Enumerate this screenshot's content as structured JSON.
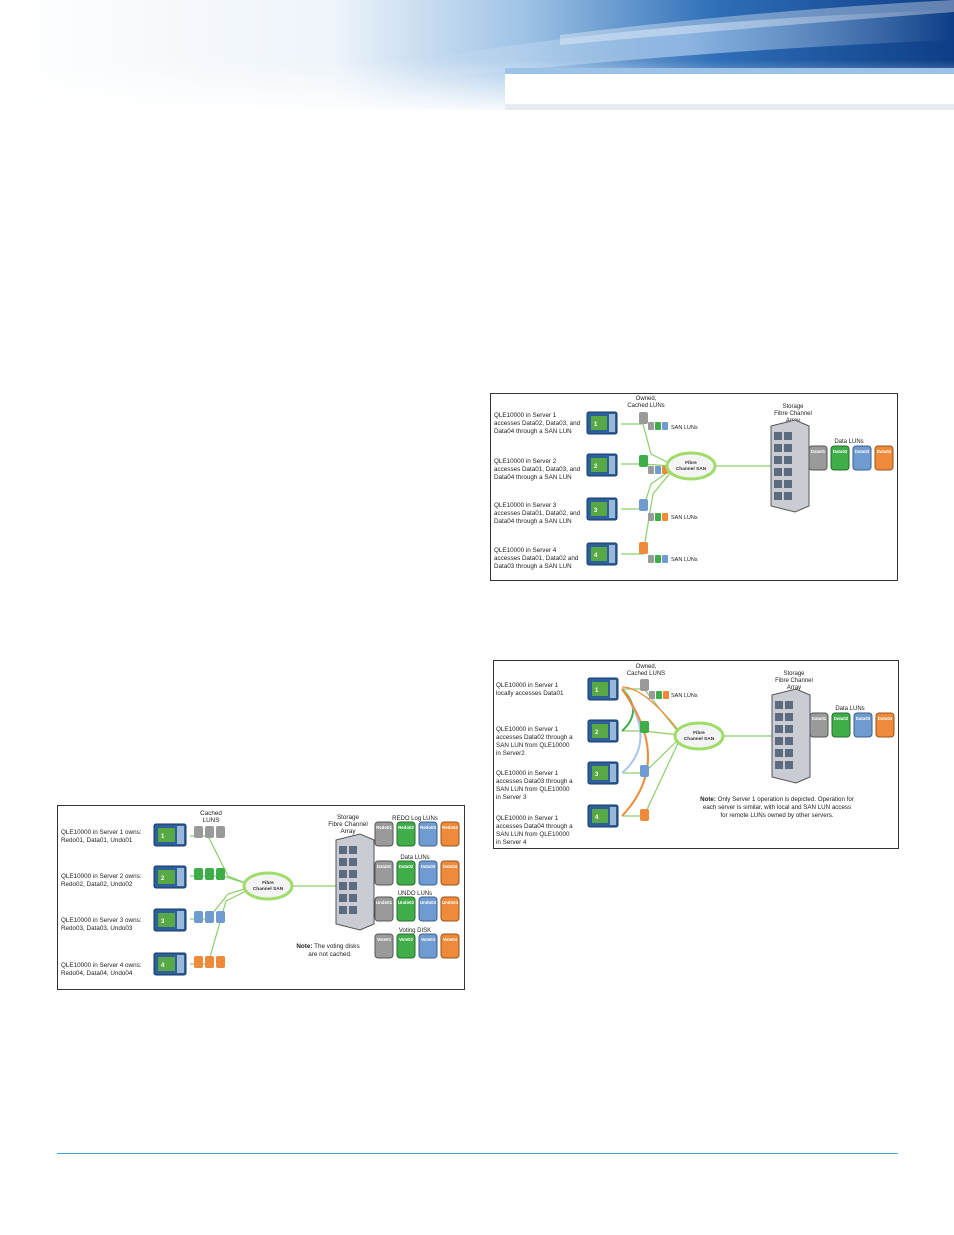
{
  "colors": {
    "green": "#3fae49",
    "blue": "#6f9bd1",
    "orange": "#ef8a3a",
    "gray": "#9a9a9a",
    "link": "#8ccf6a",
    "rule": "#3ba9d6"
  },
  "figure_a": {
    "owned_label_1": "Owned,",
    "owned_label_2": "Cached LUNs",
    "storage_1": "Storage",
    "storage_2": "Fibre Channel",
    "storage_3": "Array",
    "data_luns": "Data LUNs",
    "san_cloud_1": "Fibre",
    "san_cloud_2": "Channel SAN",
    "san_luns": "SAN LUNs",
    "disks": [
      "Data01",
      "Data02",
      "Data03",
      "Data04"
    ],
    "servers": [
      {
        "badge": "1",
        "lines": [
          "QLE10000 in Server 1",
          "accesses Data02, Data03, and",
          "Data04 through a SAN LUN"
        ]
      },
      {
        "badge": "2",
        "lines": [
          "QLE10000 in Server 2",
          "accesses Data01, Data03, and",
          "Data04 through a SAN LUN"
        ]
      },
      {
        "badge": "3",
        "lines": [
          "QLE10000 in Server 3",
          "accesses Data01, Data02, and",
          "Data04 through a SAN LUN"
        ]
      },
      {
        "badge": "4",
        "lines": [
          "QLE10000 in Server 4",
          "accesses Data01, Data02 and",
          "Data03 through a SAN LUN"
        ]
      }
    ]
  },
  "figure_b": {
    "owned_label_1": "Owned,",
    "owned_label_2": "Cached LUNS",
    "storage_1": "Storage",
    "storage_2": "Fibre Channel",
    "storage_3": "Array",
    "data_luns": "Data LUNs",
    "san_cloud_1": "Fibre",
    "san_cloud_2": "Channel SAN",
    "san_luns": "SAN LUNs",
    "disks": [
      "Data01",
      "Data02",
      "Data03",
      "Data04"
    ],
    "note_bold": "Note:",
    "note_1": "Only Server 1 operation is depicted. Operation for",
    "note_2": "each server is similar, with local and SAN LUN access",
    "note_3": "for remote LUNs owned by other servers.",
    "servers": [
      {
        "badge": "1",
        "lines": [
          "QLE10000 in Server 1",
          "locally accesses Data01"
        ]
      },
      {
        "badge": "2",
        "lines": [
          "QLE10000 in Server 1",
          "accesses Data02 through a",
          "SAN LUN from QLE10000",
          "in Server2"
        ]
      },
      {
        "badge": "3",
        "lines": [
          "QLE10000 in Server 1",
          "accesses Data03 through a",
          "SAN LUN from QLE10000",
          "in Server 3"
        ]
      },
      {
        "badge": "4",
        "lines": [
          "QLE10000 in Server 1",
          "accesses Data04 through a",
          "SAN LUN from QLE10000",
          "in Server 4"
        ]
      }
    ]
  },
  "figure_c": {
    "cached_1": "Cached",
    "cached_2": "LUNS",
    "storage_1": "Storage",
    "storage_2": "Fibre Channel",
    "storage_3": "Array",
    "san_cloud_1": "Fibre",
    "san_cloud_2": "Channel SAN",
    "redo_title": "REDO Log LUNs",
    "data_title": "Data LUNs",
    "undo_title": "UNDO LUNs",
    "voting_title": "Voting DISK",
    "redo": [
      "Redo01",
      "Redo02",
      "Redo03",
      "Redo04"
    ],
    "data": [
      "Data01",
      "Data02",
      "Data03",
      "Data04"
    ],
    "undo": [
      "Undo01",
      "Undo02",
      "Undo03",
      "Undo04"
    ],
    "vote": [
      "Vote01",
      "Vote02",
      "Vote03",
      "Vote04"
    ],
    "note_bold": "Note:",
    "note_1": "The voting disks",
    "note_2": "are not cached.",
    "servers": [
      {
        "badge": "1",
        "lines": [
          "QLE10000 in Server 1 owns:",
          "Redo01, Data01, Undo01"
        ]
      },
      {
        "badge": "2",
        "lines": [
          "QLE10000 in Server 2 owns:",
          "Redo02, Data02, Undo02"
        ]
      },
      {
        "badge": "3",
        "lines": [
          "QLE10000 in Server 3 owns:",
          "Redo03, Data03, Undo03"
        ]
      },
      {
        "badge": "4",
        "lines": [
          "QLE10000 in Server 4 owns:",
          "Redo04, Data04, Undo04"
        ]
      }
    ]
  }
}
